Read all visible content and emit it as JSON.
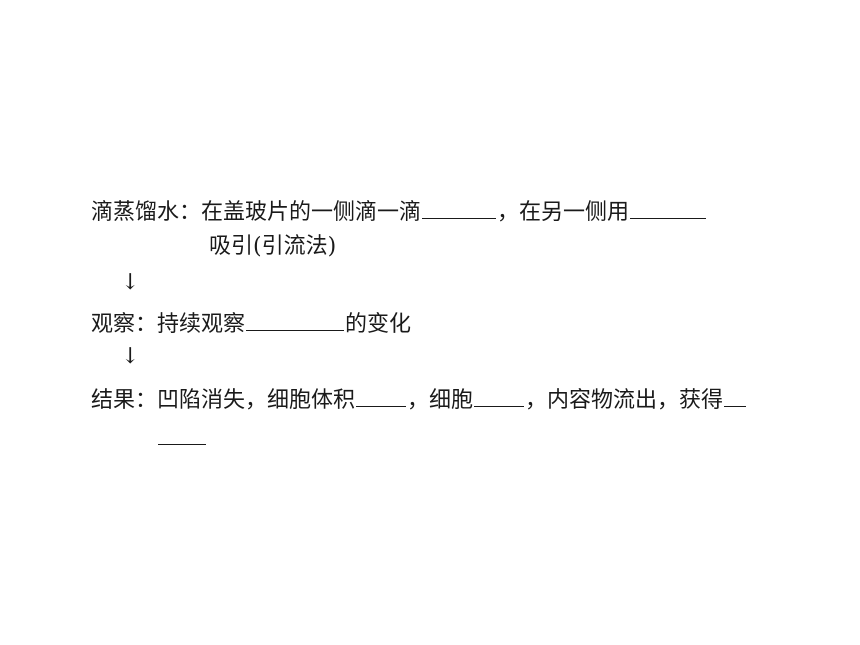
{
  "step1": {
    "label": "滴蒸馏水：",
    "text_a": "在盖玻片的一侧滴一滴",
    "text_b": "，在另一侧用",
    "text_c": "吸引(引流法)"
  },
  "arrow_glyph": "↓",
  "step2": {
    "label": "观察：",
    "text_a": "持续观察",
    "text_b": "的变化"
  },
  "step3": {
    "label": "结果：",
    "text_a": "凹陷消失，细胞体积",
    "text_b": "，细胞",
    "text_c": "，内容物流出，获得"
  }
}
